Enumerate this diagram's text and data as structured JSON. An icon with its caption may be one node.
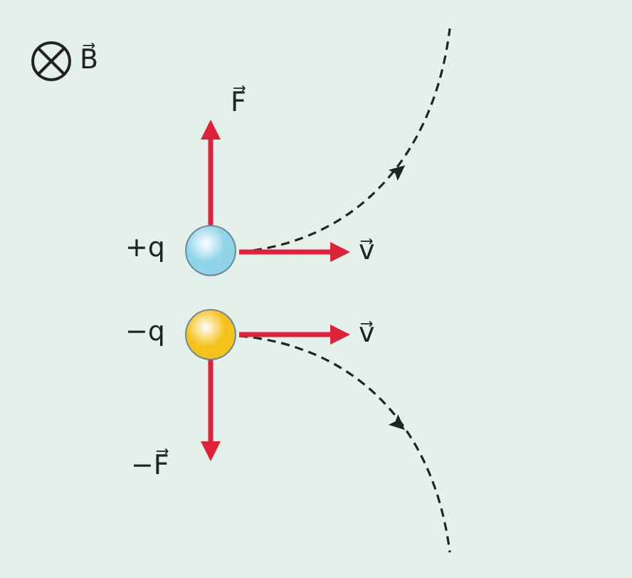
{
  "diagram": {
    "nodes": [
      {
        "text": [],
        "shape": "circle",
        "beside": [
          "+q"
        ]
      },
      {
        "text": [],
        "shape": "circle",
        "beside": [
          "−q"
        ]
      }
    ],
    "labels": [
      "B⃗",
      "F⃗",
      "v⃗",
      "v⃗",
      "−F⃗"
    ]
  }
}
